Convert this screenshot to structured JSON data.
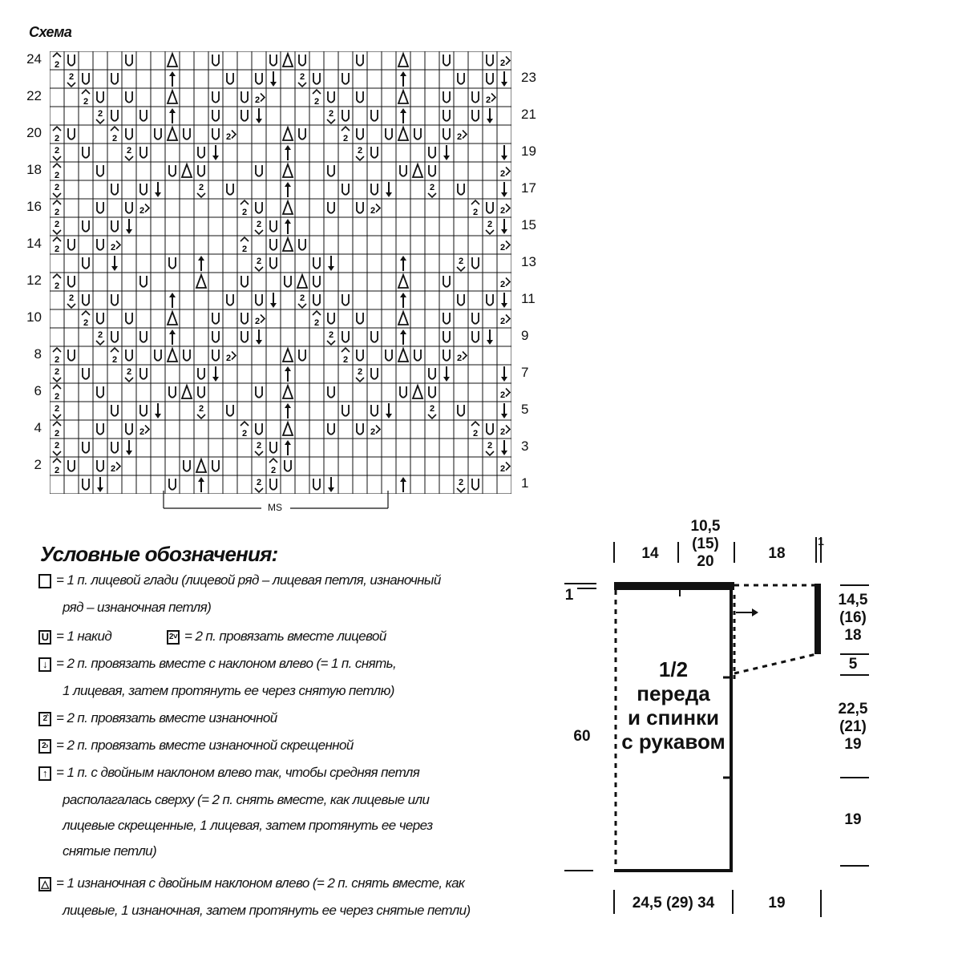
{
  "schema_title": "Схема",
  "left_row_numbers": [
    "24",
    "22",
    "20",
    "18",
    "16",
    "14",
    "12",
    "10",
    "8",
    "6",
    "4",
    "2"
  ],
  "right_row_numbers": [
    "23",
    "21",
    "19",
    "17",
    "15",
    "13",
    "11",
    "9",
    "7",
    "5",
    "3",
    "1"
  ],
  "ms_label": "MS",
  "grid_rows": [
    [
      "P2",
      "Y",
      "",
      "",
      "",
      "Y",
      "",
      "",
      "T",
      "",
      "",
      "Y",
      "",
      "",
      "",
      "Y",
      "T",
      "Y",
      "",
      "",
      "",
      "Y",
      "",
      "",
      "T",
      "",
      "",
      "Y",
      "",
      "",
      "Y",
      "R"
    ],
    [
      "",
      "K",
      "Y",
      "",
      "Y",
      "",
      "",
      "",
      "A",
      "",
      "",
      "",
      "Y",
      "",
      "Y",
      "D",
      "",
      "K",
      "Y",
      "",
      "Y",
      "",
      "",
      "",
      "A",
      "",
      "",
      "",
      "Y",
      "",
      "Y",
      "D"
    ],
    [
      "",
      "",
      "P2",
      "Y",
      "",
      "Y",
      "",
      "",
      "T",
      "",
      "",
      "Y",
      "",
      "Y",
      "R",
      "",
      "",
      "",
      "P2",
      "Y",
      "",
      "Y",
      "",
      "",
      "T",
      "",
      "",
      "Y",
      "",
      "Y",
      "R",
      ""
    ],
    [
      "",
      "",
      "",
      "K",
      "Y",
      "",
      "Y",
      "",
      "A",
      "",
      "",
      "Y",
      "",
      "Y",
      "D",
      "",
      "",
      "",
      "",
      "K",
      "Y",
      "",
      "Y",
      "",
      "A",
      "",
      "",
      "Y",
      "",
      "Y",
      "D",
      ""
    ],
    [
      "P2",
      "Y",
      "",
      "",
      "P2",
      "Y",
      "",
      "Y",
      "T",
      "Y",
      "",
      "Y",
      "R",
      "",
      "",
      "",
      "T",
      "Y",
      "",
      "",
      "P2",
      "Y",
      "",
      "Y",
      "T",
      "Y",
      "",
      "Y",
      "R",
      "",
      "",
      ""
    ],
    [
      "K",
      "",
      "Y",
      "",
      "",
      "K",
      "Y",
      "",
      "",
      "",
      "Y",
      "D",
      "",
      "",
      "",
      "",
      "A",
      "",
      "",
      "",
      "",
      "K",
      "Y",
      "",
      "",
      "",
      "Y",
      "D",
      "",
      "",
      "",
      "D"
    ],
    [
      "P2",
      "",
      "",
      "Y",
      "",
      "",
      "",
      "",
      "Y",
      "T",
      "Y",
      "",
      "",
      "",
      "Y",
      "",
      "T",
      "",
      "",
      "Y",
      "",
      "",
      "",
      "",
      "Y",
      "T",
      "Y",
      "",
      "",
      "",
      "",
      "R"
    ],
    [
      "K",
      "",
      "",
      "",
      "Y",
      "",
      "Y",
      "D",
      "",
      "",
      "K",
      "",
      "Y",
      "",
      "",
      "",
      "A",
      "",
      "",
      "",
      "Y",
      "",
      "Y",
      "D",
      "",
      "",
      "K",
      "",
      "Y",
      "",
      "",
      "D"
    ],
    [
      "P2",
      "",
      "",
      "Y",
      "",
      "Y",
      "R",
      "",
      "",
      "",
      "",
      "",
      "",
      "P2",
      "Y",
      "",
      "T",
      "",
      "",
      "Y",
      "",
      "Y",
      "R",
      "",
      "",
      "",
      "",
      "",
      "",
      "P2",
      "Y",
      "R"
    ],
    [
      "K",
      "",
      "Y",
      "",
      "Y",
      "D",
      "",
      "",
      "",
      "",
      "",
      "",
      "",
      "",
      "K",
      "Y",
      "A",
      "",
      "",
      "",
      "",
      "",
      "",
      "",
      "",
      "",
      "",
      "",
      "",
      "",
      "K",
      "D"
    ],
    [
      "P2",
      "Y",
      "",
      "Y",
      "R",
      "",
      "",
      "",
      "",
      "",
      "",
      "",
      "",
      "P2",
      "",
      "Y",
      "T",
      "Y",
      "",
      "",
      "",
      "",
      "",
      "",
      "",
      "",
      "",
      "",
      "",
      "",
      "",
      "R"
    ],
    [
      "",
      "",
      "Y",
      "",
      "D",
      "",
      "",
      "",
      "Y",
      "",
      "A",
      "",
      "",
      "",
      "K",
      "Y",
      "",
      "",
      "Y",
      "D",
      "",
      "",
      "",
      "",
      "A",
      "",
      "",
      "",
      "K",
      "Y",
      "",
      ""
    ],
    [
      "P2",
      "Y",
      "",
      "",
      "",
      "",
      "Y",
      "",
      "",
      "",
      "T",
      "",
      "",
      "Y",
      "",
      "",
      "Y",
      "T",
      "Y",
      "",
      "",
      "",
      "",
      "",
      "T",
      "",
      "",
      "Y",
      "",
      "",
      "",
      "R"
    ],
    [
      "",
      "K",
      "Y",
      "",
      "Y",
      "",
      "",
      "",
      "A",
      "",
      "",
      "",
      "Y",
      "",
      "Y",
      "D",
      "",
      "K",
      "Y",
      "",
      "Y",
      "",
      "",
      "",
      "A",
      "",
      "",
      "",
      "Y",
      "",
      "Y",
      "D"
    ],
    [
      "",
      "",
      "P2",
      "Y",
      "",
      "Y",
      "",
      "",
      "T",
      "",
      "",
      "Y",
      "",
      "Y",
      "R",
      "",
      "",
      "",
      "P2",
      "Y",
      "",
      "Y",
      "",
      "",
      "T",
      "",
      "",
      "Y",
      "",
      "Y",
      "",
      "R"
    ],
    [
      "",
      "",
      "",
      "K",
      "Y",
      "",
      "Y",
      "",
      "A",
      "",
      "",
      "Y",
      "",
      "Y",
      "D",
      "",
      "",
      "",
      "",
      "K",
      "Y",
      "",
      "Y",
      "",
      "A",
      "",
      "",
      "Y",
      "",
      "Y",
      "D",
      ""
    ],
    [
      "P2",
      "Y",
      "",
      "",
      "P2",
      "Y",
      "",
      "Y",
      "T",
      "Y",
      "",
      "Y",
      "R",
      "",
      "",
      "",
      "T",
      "Y",
      "",
      "",
      "P2",
      "Y",
      "",
      "Y",
      "T",
      "Y",
      "",
      "Y",
      "R",
      "",
      "",
      ""
    ],
    [
      "K",
      "",
      "Y",
      "",
      "",
      "K",
      "Y",
      "",
      "",
      "",
      "Y",
      "D",
      "",
      "",
      "",
      "",
      "A",
      "",
      "",
      "",
      "",
      "K",
      "Y",
      "",
      "",
      "",
      "Y",
      "D",
      "",
      "",
      "",
      "D"
    ],
    [
      "P2",
      "",
      "",
      "Y",
      "",
      "",
      "",
      "",
      "Y",
      "T",
      "Y",
      "",
      "",
      "",
      "Y",
      "",
      "T",
      "",
      "",
      "Y",
      "",
      "",
      "",
      "",
      "Y",
      "T",
      "Y",
      "",
      "",
      "",
      "",
      "R"
    ],
    [
      "K",
      "",
      "",
      "",
      "Y",
      "",
      "Y",
      "D",
      "",
      "",
      "K",
      "",
      "Y",
      "",
      "",
      "",
      "A",
      "",
      "",
      "",
      "Y",
      "",
      "Y",
      "D",
      "",
      "",
      "K",
      "",
      "Y",
      "",
      "",
      "D"
    ],
    [
      "P2",
      "",
      "",
      "Y",
      "",
      "Y",
      "R",
      "",
      "",
      "",
      "",
      "",
      "",
      "P2",
      "Y",
      "",
      "T",
      "",
      "",
      "Y",
      "",
      "Y",
      "R",
      "",
      "",
      "",
      "",
      "",
      "",
      "P2",
      "Y",
      "R"
    ],
    [
      "K",
      "",
      "Y",
      "",
      "Y",
      "D",
      "",
      "",
      "",
      "",
      "",
      "",
      "",
      "",
      "K",
      "Y",
      "A",
      "",
      "",
      "",
      "",
      "",
      "",
      "",
      "",
      "",
      "",
      "",
      "",
      "",
      "K",
      "D"
    ],
    [
      "P2",
      "Y",
      "",
      "Y",
      "R",
      "",
      "",
      "",
      "",
      "Y",
      "T",
      "Y",
      "",
      "",
      "",
      "P2",
      "Y",
      "",
      "",
      "",
      "",
      "",
      "",
      "",
      "",
      "",
      "",
      "",
      "",
      "",
      "",
      "R"
    ],
    [
      "",
      "",
      "Y",
      "D",
      "",
      "",
      "",
      "",
      "Y",
      "",
      "A",
      "",
      "",
      "",
      "K",
      "Y",
      "",
      "",
      "Y",
      "D",
      "",
      "",
      "",
      "",
      "A",
      "",
      "",
      "",
      "K",
      "Y",
      "",
      ""
    ]
  ],
  "legend": {
    "title": "Условные обозначения:",
    "items": [
      {
        "symbol": "",
        "text": "= 1 п. лицевой глади (лицевой ряд – лицевая петля, изнаночный",
        "cont": [
          "ряд – изнаночная петля)"
        ]
      },
      {
        "symbol": "U",
        "text": "= 1 накид",
        "cont": []
      },
      {
        "symbol": "↓",
        "text": "= 2 п. провязать вместе с наклоном влево (= 1 п. снять,",
        "cont": [
          "1 лицевая, затем протянуть ее через снятую петлю)"
        ]
      },
      {
        "symbol": "2̂",
        "text": "= 2 п. провязать вместе изнаночной",
        "cont": []
      },
      {
        "symbol": "2›",
        "text": "= 2 п. провязать вместе изнаночной скрещенной",
        "cont": []
      },
      {
        "symbol": "↑",
        "text": "= 1 п. с двойным наклоном влево так, чтобы средняя петля",
        "cont": [
          "располагалась сверху (= 2 п. снять вместе, как лицевые или",
          "лицевые скрещенные, 1 лицевая, затем протянуть ее через",
          "снятые петли)"
        ]
      },
      {
        "symbol": "△",
        "text": "= 1 изнаночная с двойным наклоном влево (= 2 п. снять вместе, как",
        "cont": [
          "лицевые, 1 изнаночная, затем протянуть ее через снятые петли)"
        ]
      }
    ],
    "inline_item": {
      "symbol": "2˅",
      "text": "= 2 п. провязать вместе лицевой"
    }
  },
  "pattern": {
    "top_14": "14",
    "top_mid": [
      "10,5",
      "(15)",
      "20"
    ],
    "top_18": "18",
    "top_1": "1",
    "left_1": "1",
    "left_60": "60",
    "center_label": [
      "1/2",
      "переда",
      "и спинки",
      "с рукавом"
    ],
    "right_vals": [
      [
        "14,5",
        "(16)",
        "18"
      ],
      [
        "5"
      ],
      [
        "22,5",
        "(21)",
        "19"
      ],
      [
        "19"
      ]
    ],
    "bottom_left": "24,5 (29) 34",
    "bottom_right": "19"
  }
}
